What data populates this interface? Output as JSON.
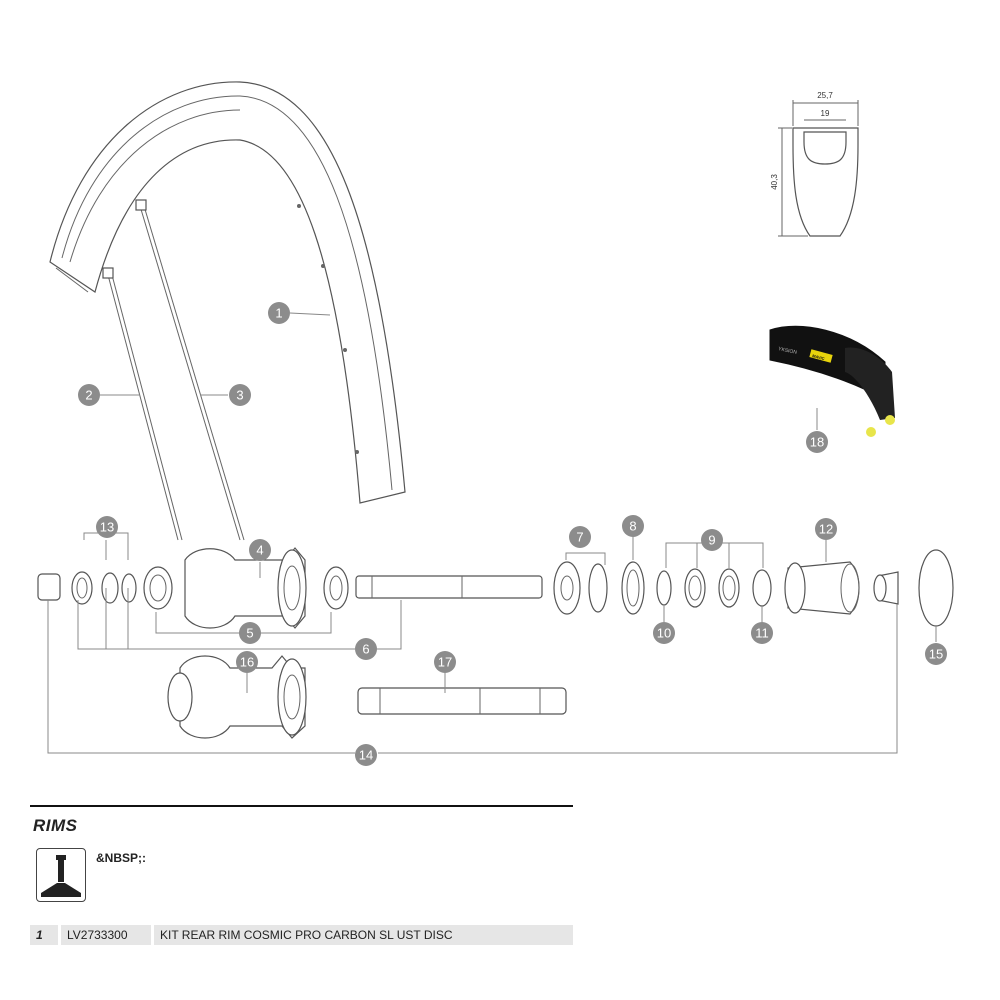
{
  "diagram": {
    "callouts": [
      "1",
      "2",
      "3",
      "4",
      "5",
      "6",
      "7",
      "8",
      "9",
      "10",
      "11",
      "12",
      "13",
      "14",
      "15",
      "16",
      "17",
      "18"
    ],
    "rim_profile": {
      "outer_width": "25,7",
      "inner_width": "19",
      "height": "40,3"
    },
    "tire_brand": "MAVIC",
    "tire_model": "YKSION"
  },
  "section": {
    "title": "RIMS",
    "icon": "tubeless-valve-icon",
    "icon_note": "&NBSP;:"
  },
  "parts": [
    {
      "num": "1",
      "ref": "LV2733300",
      "description": "KIT REAR RIM COSMIC PRO CARBON SL UST DISC"
    }
  ]
}
